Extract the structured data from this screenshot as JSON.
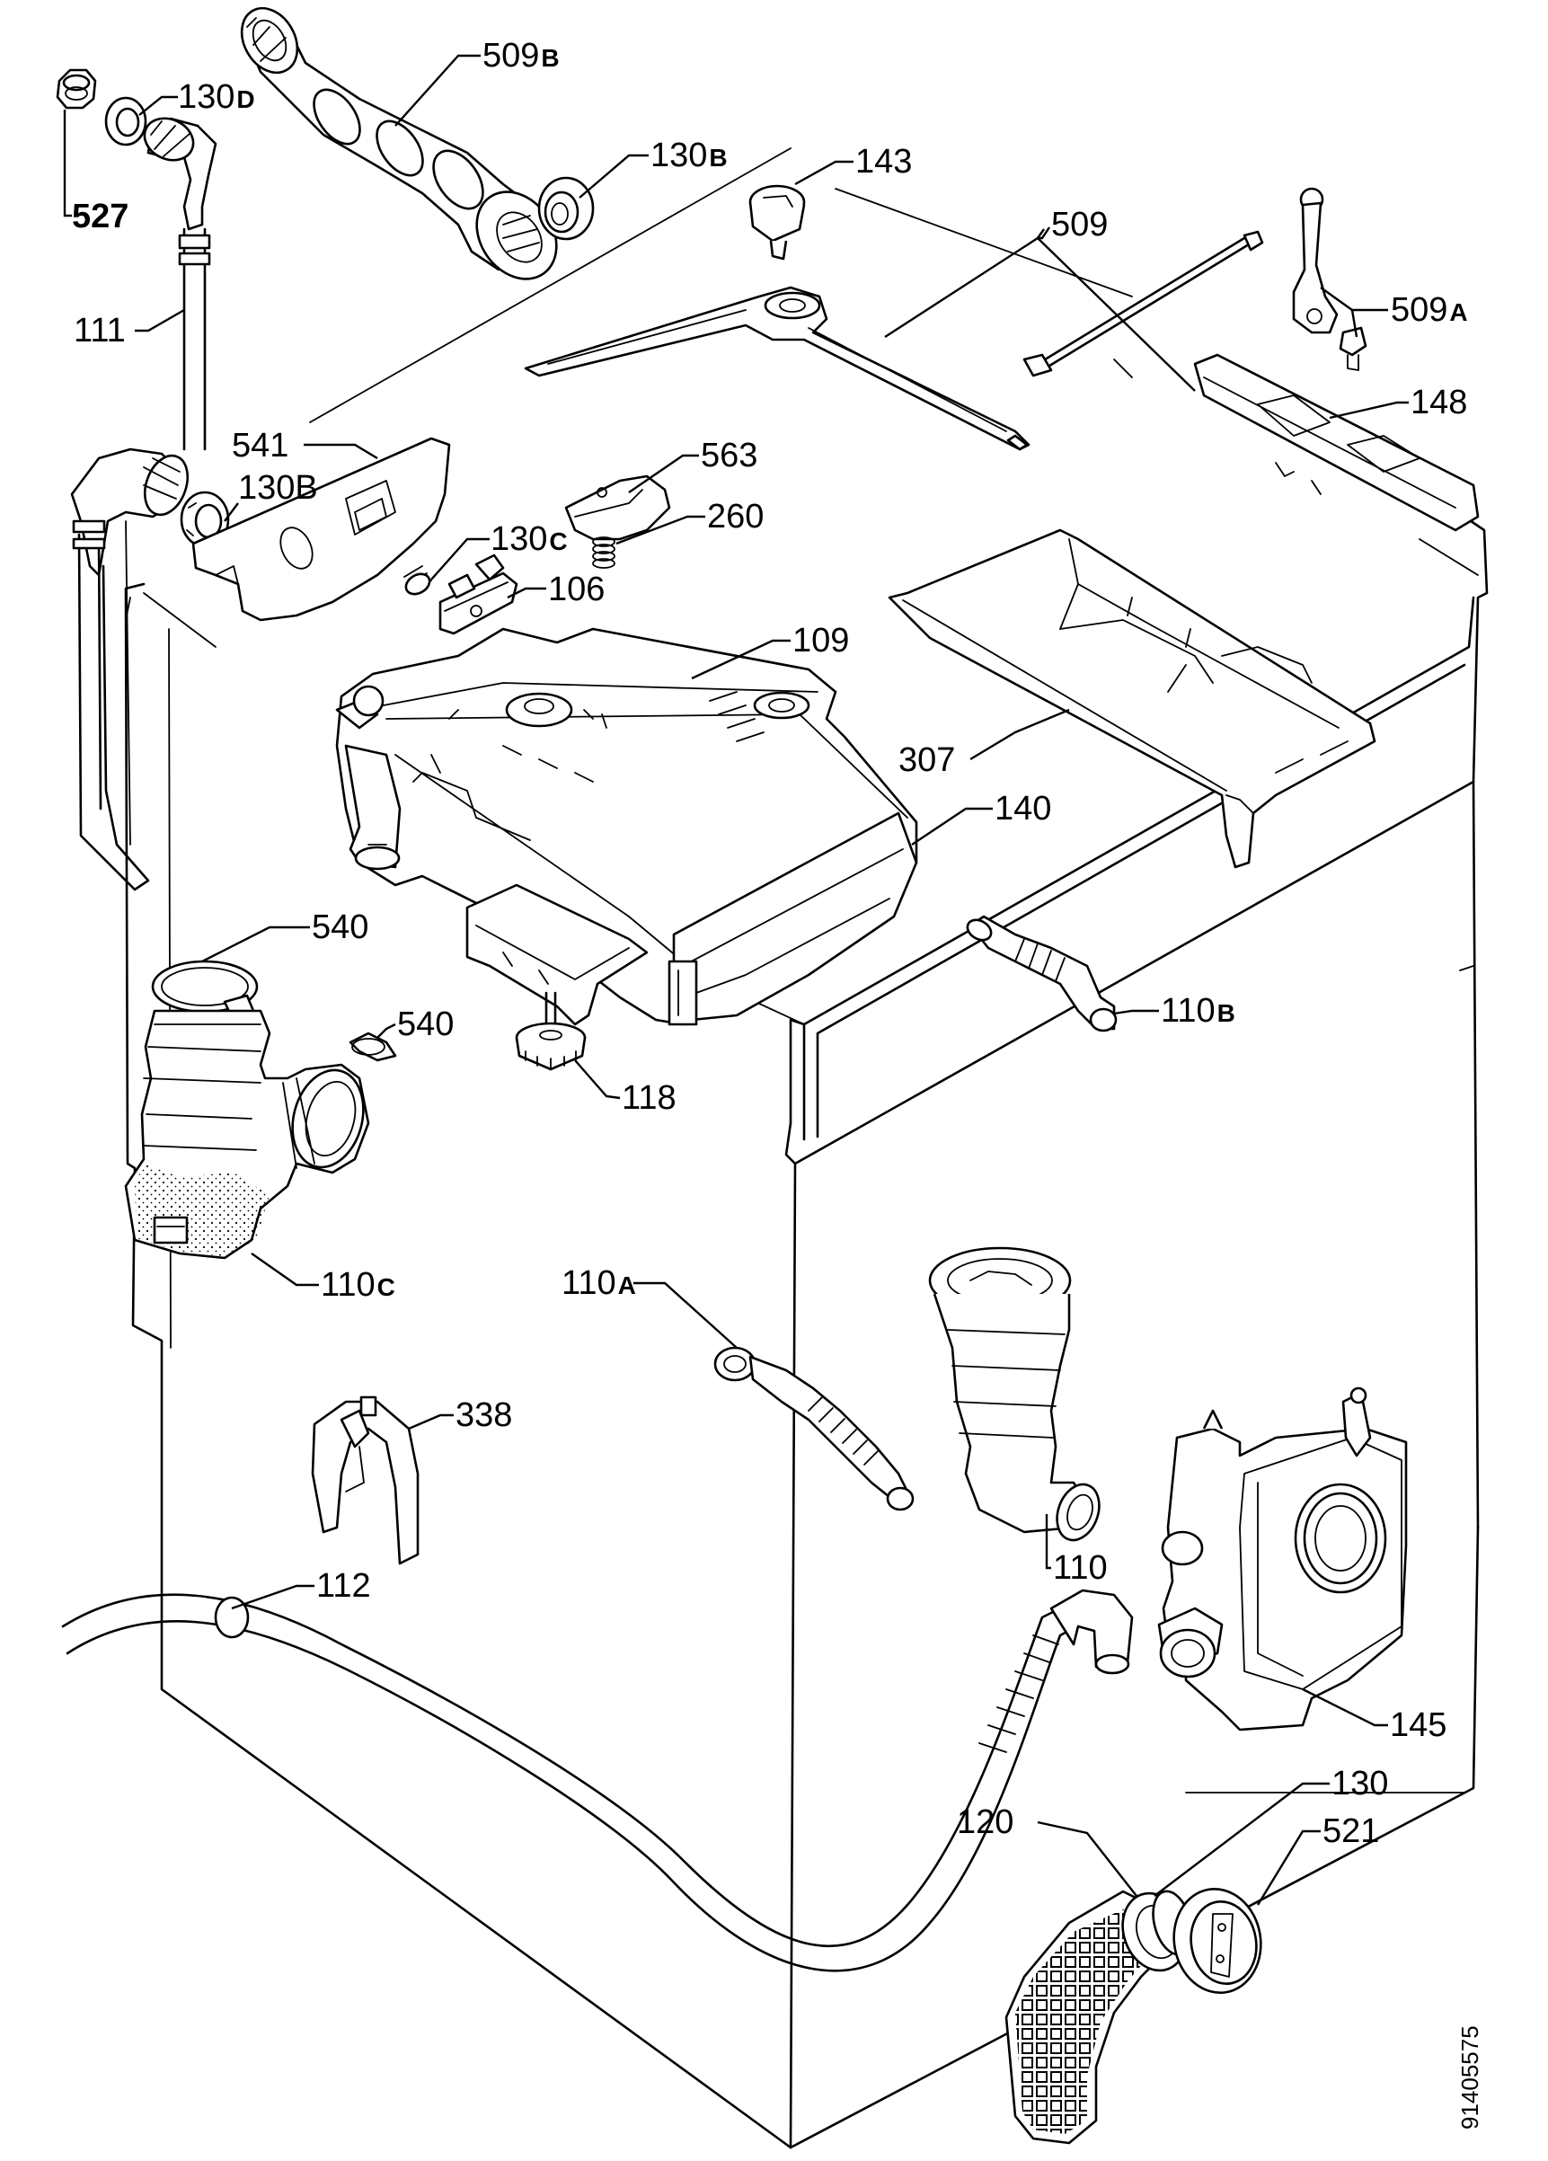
{
  "diagram": {
    "doc_number": "91405575",
    "callouts": [
      {
        "id": "c-527",
        "text": "527",
        "suffix": "",
        "bold": true
      },
      {
        "id": "c-130d",
        "text": "130",
        "suffix": "D",
        "bold": false
      },
      {
        "id": "c-509b",
        "text": "509",
        "suffix": "B",
        "bold": false
      },
      {
        "id": "c-130b-top",
        "text": "130",
        "suffix": "B",
        "bold": false
      },
      {
        "id": "c-143",
        "text": "143",
        "suffix": "",
        "bold": false
      },
      {
        "id": "c-509",
        "text": "509",
        "suffix": "",
        "bold": false
      },
      {
        "id": "c-509a",
        "text": "509",
        "suffix": "A",
        "bold": false
      },
      {
        "id": "c-111",
        "text": "111",
        "suffix": "",
        "bold": false
      },
      {
        "id": "c-148",
        "text": "148",
        "suffix": "",
        "bold": false
      },
      {
        "id": "c-541",
        "text": "541",
        "suffix": "",
        "bold": false
      },
      {
        "id": "c-563",
        "text": "563",
        "suffix": "",
        "bold": false
      },
      {
        "id": "c-130b-mid",
        "text": "130B",
        "suffix": "",
        "bold": false
      },
      {
        "id": "c-260",
        "text": "260",
        "suffix": "",
        "bold": false
      },
      {
        "id": "c-130c",
        "text": "130",
        "suffix": "C",
        "bold": false
      },
      {
        "id": "c-106",
        "text": "106",
        "suffix": "",
        "bold": false
      },
      {
        "id": "c-109",
        "text": "109",
        "suffix": "",
        "bold": false
      },
      {
        "id": "c-307",
        "text": "307",
        "suffix": "",
        "bold": false
      },
      {
        "id": "c-140",
        "text": "140",
        "suffix": "",
        "bold": false
      },
      {
        "id": "c-540a",
        "text": "540",
        "suffix": "",
        "bold": false
      },
      {
        "id": "c-540b",
        "text": "540",
        "suffix": "",
        "bold": false
      },
      {
        "id": "c-110b",
        "text": "110",
        "suffix": "B",
        "bold": false
      },
      {
        "id": "c-118",
        "text": "118",
        "suffix": "",
        "bold": false
      },
      {
        "id": "c-110c",
        "text": "110",
        "suffix": "C",
        "bold": false
      },
      {
        "id": "c-110a",
        "text": "110",
        "suffix": "A",
        "bold": false
      },
      {
        "id": "c-338",
        "text": "338",
        "suffix": "",
        "bold": false
      },
      {
        "id": "c-110",
        "text": "110",
        "suffix": "",
        "bold": false
      },
      {
        "id": "c-112",
        "text": "112",
        "suffix": "",
        "bold": false
      },
      {
        "id": "c-145",
        "text": "145",
        "suffix": "",
        "bold": false
      },
      {
        "id": "c-130",
        "text": "130",
        "suffix": "",
        "bold": false
      },
      {
        "id": "c-120",
        "text": "120",
        "suffix": "",
        "bold": false
      },
      {
        "id": "c-521",
        "text": "521",
        "suffix": "",
        "bold": false
      }
    ]
  }
}
